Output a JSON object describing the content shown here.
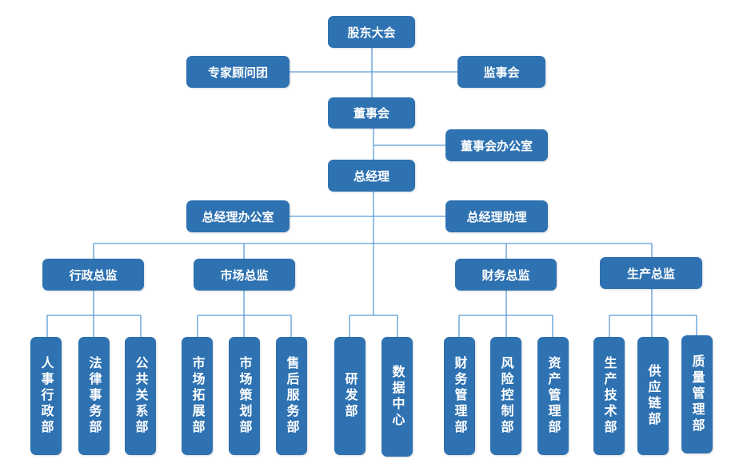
{
  "colors": {
    "box": "#2e72b2",
    "line": "#5b9bd5",
    "text": "#ffffff"
  },
  "top": {
    "shareholders": "股东大会",
    "advisors": "专家顾问团",
    "supervisors": "监事会",
    "board": "董事会",
    "board_office": "董事会办公室",
    "gm": "总经理",
    "gm_office": "总经理办公室",
    "gm_assistant": "总经理助理"
  },
  "directors": [
    {
      "label": "行政总监",
      "depts": [
        "人事行政部",
        "法律事务部",
        "公共关系部"
      ]
    },
    {
      "label": "市场总监",
      "depts": [
        "市场拓展部",
        "市场策划部",
        "售后服务部"
      ]
    },
    {
      "label": "",
      "depts": [
        "研发部",
        "数据中心"
      ]
    },
    {
      "label": "财务总监",
      "depts": [
        "财务管理部",
        "风险控制部",
        "资产管理部"
      ]
    },
    {
      "label": "生产总监",
      "depts": [
        "生产技术部",
        "供应链部",
        "质量管理部"
      ]
    }
  ]
}
